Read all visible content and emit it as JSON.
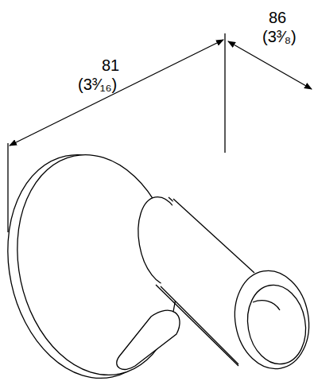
{
  "diagram": {
    "labels": [
      "81",
      "(3³⁄₁₆)",
      "86",
      "(3³⁄₈)"
    ]
  }
}
